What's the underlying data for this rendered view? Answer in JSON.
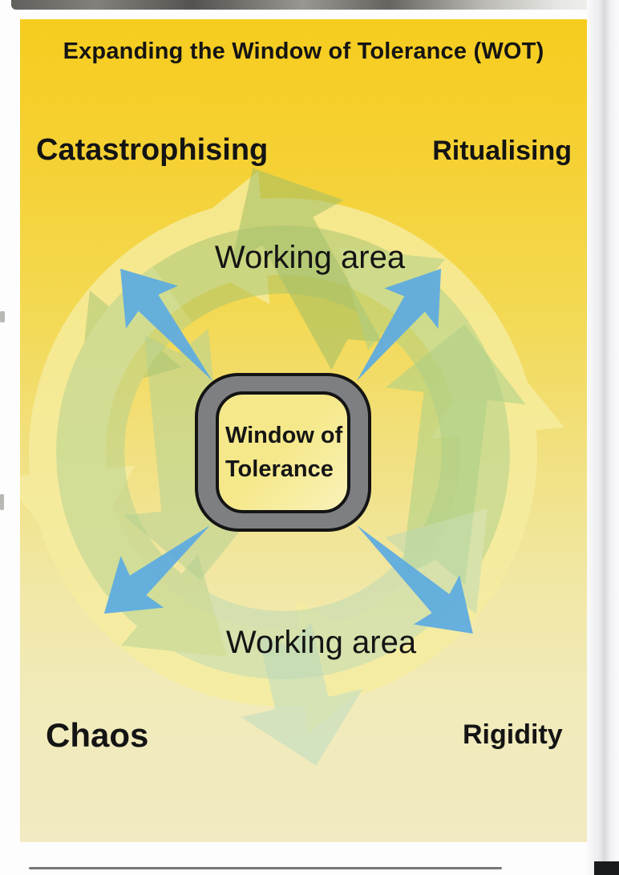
{
  "title": "Expanding the Window of Tolerance (WOT)",
  "corner_labels": {
    "top_left": "Catastrophising",
    "top_right": "Ritualising",
    "bottom_left": "Chaos",
    "bottom_right": "Rigidity"
  },
  "working_area": {
    "top": "Working area",
    "bottom": "Working area"
  },
  "center_box": {
    "line1": "Window of",
    "line2": "Tolerance"
  },
  "colors": {
    "background_top_yellow": "#f6cc1e",
    "background_bottom_cream": "#f1eac2",
    "cycle_arrow_olive": "#a4c271",
    "cycle_arrow_green": "#a9ce88",
    "cycle_arrow_teal": "#b9d8b5",
    "cycle_arrow_pale_yellow": "#f6eda0",
    "radiating_arrow_blue": "#5face0",
    "box_border_gray": "#7d7f83",
    "box_outline_black": "#141414",
    "box_fill_pale_yellow": "#f5e88a",
    "text_black": "#141414"
  }
}
